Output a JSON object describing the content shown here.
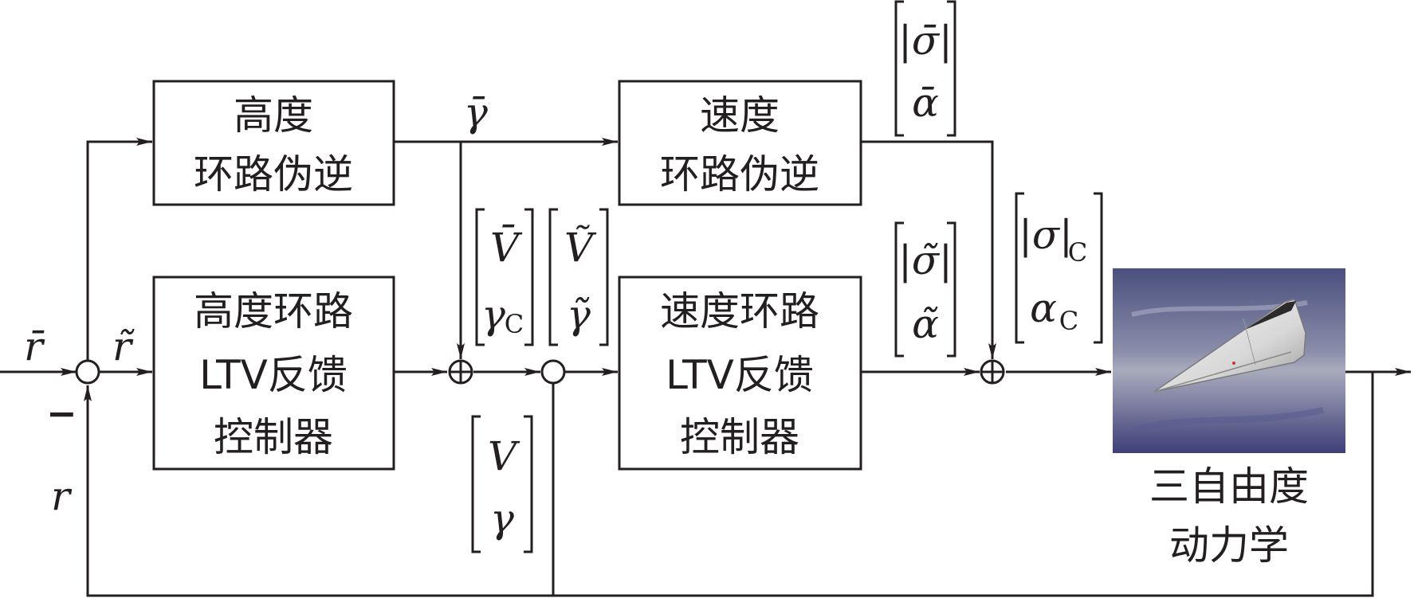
{
  "blocks": {
    "alt_inverse": [
      "高度",
      "环路伪逆"
    ],
    "alt_ltv": [
      "高度环路",
      "LTV反馈",
      "控制器"
    ],
    "vel_inverse": [
      "速度",
      "环路伪逆"
    ],
    "vel_ltv": [
      "速度环路",
      "LTV反馈",
      "控制器"
    ],
    "plant": [
      "三自由度",
      "动力学"
    ]
  },
  "signals": {
    "r_bar": "r̄",
    "r_tilde": "r̃",
    "r": "r",
    "minus": "−",
    "gamma_bar": "γ̄",
    "vec_Vbar_gammaC": [
      "V̄",
      "γ",
      "C"
    ],
    "vec_Vtilde_gammatilde": [
      "Ṽ",
      "γ̃"
    ],
    "vec_V_gamma": [
      "V",
      "γ"
    ],
    "vec_sigmabar_alphabar": [
      "|σ̄|",
      "ᾱ"
    ],
    "vec_sigmatilde_alphatilde": [
      "|σ̃|",
      "α̃"
    ],
    "vec_sigmaC_alphaC": [
      "|σ|",
      "C",
      "α",
      "C"
    ]
  },
  "icons": {
    "plant_image": "hypersonic-vehicle-image"
  }
}
